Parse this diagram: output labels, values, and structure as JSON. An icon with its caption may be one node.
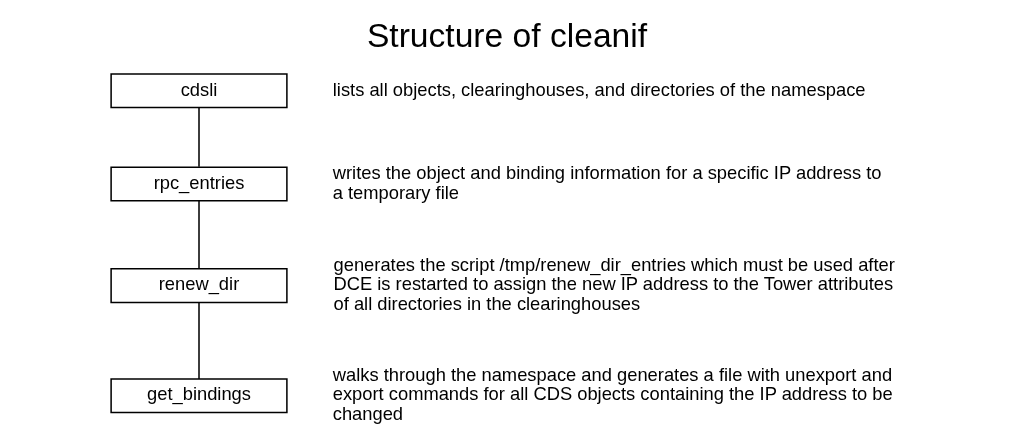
{
  "diagram": {
    "title": "Structure of cleanif",
    "nodes": [
      {
        "text": [
          "cdsli"
        ],
        "beside": [
          "lists all objects, clearinghouses, and directories of the namespace"
        ]
      },
      {
        "text": [
          "rpc_entries"
        ],
        "beside": [
          "writes the object and binding information for a specific IP address to a temporary file"
        ]
      },
      {
        "text": [
          "renew_dir"
        ],
        "beside": [
          "generates the script /tmp/renew_dir_entries which must be used after DCE is restarted to assign the new IP address to the Tower attributes of all directories in the clearinghouses"
        ]
      },
      {
        "text": [
          "get_bindings"
        ],
        "beside": [
          "walks through the namespace and generates a file with unexport and export commands for all CDS objects containing the IP address to be changed"
        ]
      }
    ],
    "edges": [
      {
        "from": 0,
        "to": 1,
        "arrow": "none"
      },
      {
        "from": 1,
        "to": 2,
        "arrow": "none"
      },
      {
        "from": 2,
        "to": 3,
        "arrow": "none"
      }
    ]
  }
}
